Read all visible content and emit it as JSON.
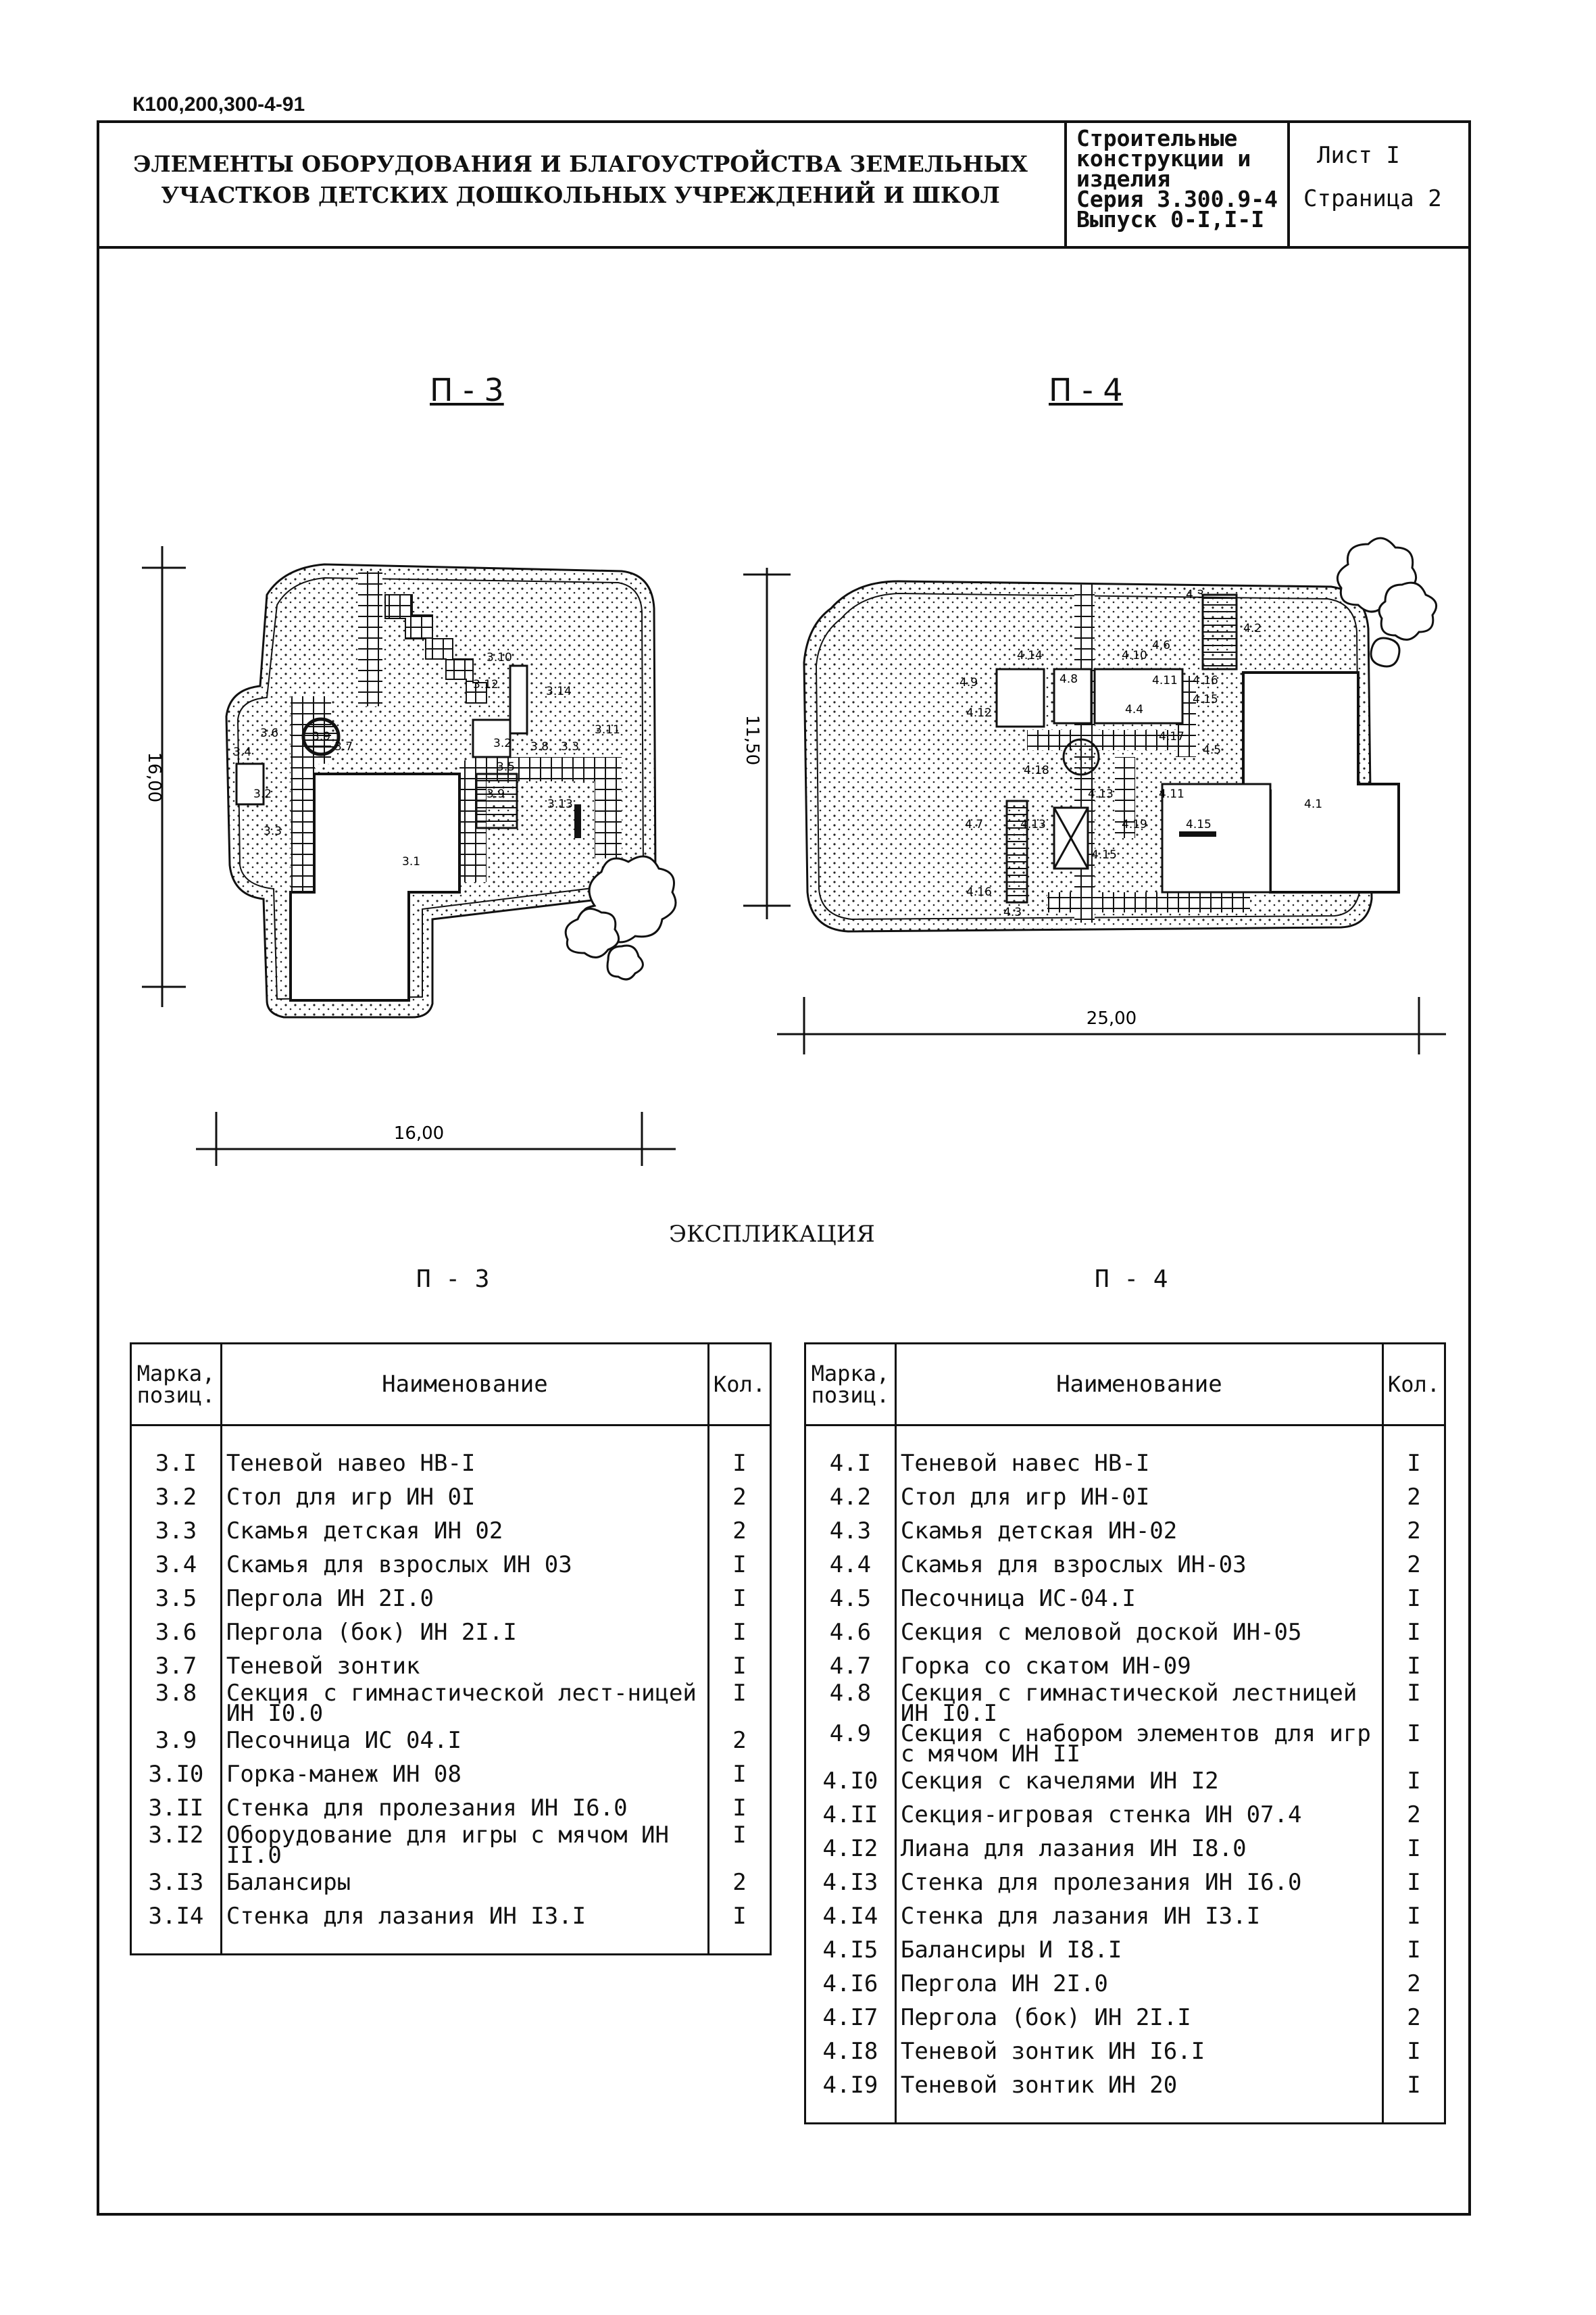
{
  "doc_code": "К100,200,300-4-91",
  "header": {
    "title_line1": "ЭЛЕМЕНТЫ ОБОРУДОВАНИЯ И БЛАГОУСТРОЙСТВА ЗЕМЕЛЬНЫХ",
    "title_line2": "УЧАСТКОВ ДЕТСКИХ ДОШКОЛЬНЫХ УЧРЕЖДЕНИЙ И ШКОЛ",
    "series_line1": "Строительные",
    "series_line2": "конструкции и",
    "series_line3": "изделия",
    "series_line4": "Серия 3.300.9-4",
    "series_line5": "Выпуск 0-I,I-I",
    "sheet": "Лист  I",
    "page": "Страница 2"
  },
  "plans": {
    "p3_label": "П - 3",
    "p4_label": "П - 4",
    "p3_height": "16,00",
    "p3_width": "16,00",
    "p4_height": "11,50",
    "p4_width": "25,00",
    "p3_marks": [
      "3.10",
      "3.12",
      "3.14",
      "3.6",
      "3.9",
      "3.7",
      "3.4",
      "3.2",
      "3.8",
      "3.3",
      "3.11",
      "3.5",
      "3.9",
      "3.13",
      "3.2",
      "3.3",
      "3.1"
    ],
    "p4_marks": [
      "4.3",
      "4.2",
      "4.14",
      "4.8",
      "4.10",
      "4.6",
      "4.9",
      "4.11",
      "4.16",
      "4.12",
      "4.4",
      "4.15",
      "4.17",
      "4.5",
      "4.18",
      "4.11",
      "4.1",
      "4.7",
      "4.13",
      "4.19",
      "4.15",
      "4.13",
      "4.15",
      "4.16",
      "4.3"
    ]
  },
  "explication": {
    "title": "ЭКСПЛИКАЦИЯ",
    "p3_sub": "П - 3",
    "p4_sub": "П - 4",
    "col_mark": "Марка, позиц.",
    "col_name": "Наименование",
    "col_qty": "Кол.",
    "p3_rows": [
      {
        "mark": "3.I",
        "name": "Теневой навео  НВ-I",
        "qty": "I"
      },
      {
        "mark": "3.2",
        "name": "Стол для игр  ИН 0I",
        "qty": "2"
      },
      {
        "mark": "3.3",
        "name": "Скамья детская  ИН 02",
        "qty": "2"
      },
      {
        "mark": "3.4",
        "name": "Скамья для взрослых  ИН 03",
        "qty": "I"
      },
      {
        "mark": "3.5",
        "name": "Пергола ИН 2I.0",
        "qty": "I"
      },
      {
        "mark": "3.6",
        "name": "Пергола (бок) ИН 2I.I",
        "qty": "I"
      },
      {
        "mark": "3.7",
        "name": "Теневой зонтик",
        "qty": "I"
      },
      {
        "mark": "3.8",
        "name": "Секция с гимнастической лест-ницей  ИН I0.0",
        "qty": "I"
      },
      {
        "mark": "3.9",
        "name": "Песочница ИС 04.I",
        "qty": "2"
      },
      {
        "mark": "3.I0",
        "name": "Горка-манеж  ИН 08",
        "qty": "I"
      },
      {
        "mark": "3.II",
        "name": "Стенка для пролезания ИН I6.0",
        "qty": "I"
      },
      {
        "mark": "3.I2",
        "name": "Оборудование для игры с мячом ИН II.0",
        "qty": "I"
      },
      {
        "mark": "3.I3",
        "name": "Балансиры",
        "qty": "2"
      },
      {
        "mark": "3.I4",
        "name": "Стенка для лазания ИН I3.I",
        "qty": "I"
      }
    ],
    "p4_rows": [
      {
        "mark": "4.I",
        "name": "Теневой навес НВ-I",
        "qty": "I"
      },
      {
        "mark": "4.2",
        "name": "Стол для игр ИН-0I",
        "qty": "2"
      },
      {
        "mark": "4.3",
        "name": "Скамья детская ИН-02",
        "qty": "2"
      },
      {
        "mark": "4.4",
        "name": "Скамья для взрослых ИН-03",
        "qty": "2"
      },
      {
        "mark": "4.5",
        "name": "Песочница  ИС-04.I",
        "qty": "I"
      },
      {
        "mark": "4.6",
        "name": "Секция с меловой доской ИН-05",
        "qty": "I"
      },
      {
        "mark": "4.7",
        "name": "Горка со скатом ИН-09",
        "qty": "I"
      },
      {
        "mark": "4.8",
        "name": "Секция с гимнастической лестницей ИН I0.I",
        "qty": "I"
      },
      {
        "mark": "4.9",
        "name": "Секция с набором элементов для игр с мячом ИН II",
        "qty": "I"
      },
      {
        "mark": "4.I0",
        "name": "Секция с качелями ИН I2",
        "qty": "I"
      },
      {
        "mark": "4.II",
        "name": "Секция-игровая стенка ИН 07.4",
        "qty": "2"
      },
      {
        "mark": "4.I2",
        "name": "Лиана для лазания ИН I8.0",
        "qty": "I"
      },
      {
        "mark": "4.I3",
        "name": "Стенка для пролезания ИН I6.0",
        "qty": "I"
      },
      {
        "mark": "4.I4",
        "name": "Стенка для лазания ИН I3.I",
        "qty": "I"
      },
      {
        "mark": "4.I5",
        "name": "Балансиры  И I8.I",
        "qty": "I"
      },
      {
        "mark": "4.I6",
        "name": "Пергола  ИН 2I.0",
        "qty": "2"
      },
      {
        "mark": "4.I7",
        "name": "Пергола (бок) ИН 2I.I",
        "qty": "2"
      },
      {
        "mark": "4.I8",
        "name": "Теневой зонтик  ИН I6.I",
        "qty": "I"
      },
      {
        "mark": "4.I9",
        "name": "Теневой зонтик ИН 20",
        "qty": "I"
      }
    ]
  }
}
